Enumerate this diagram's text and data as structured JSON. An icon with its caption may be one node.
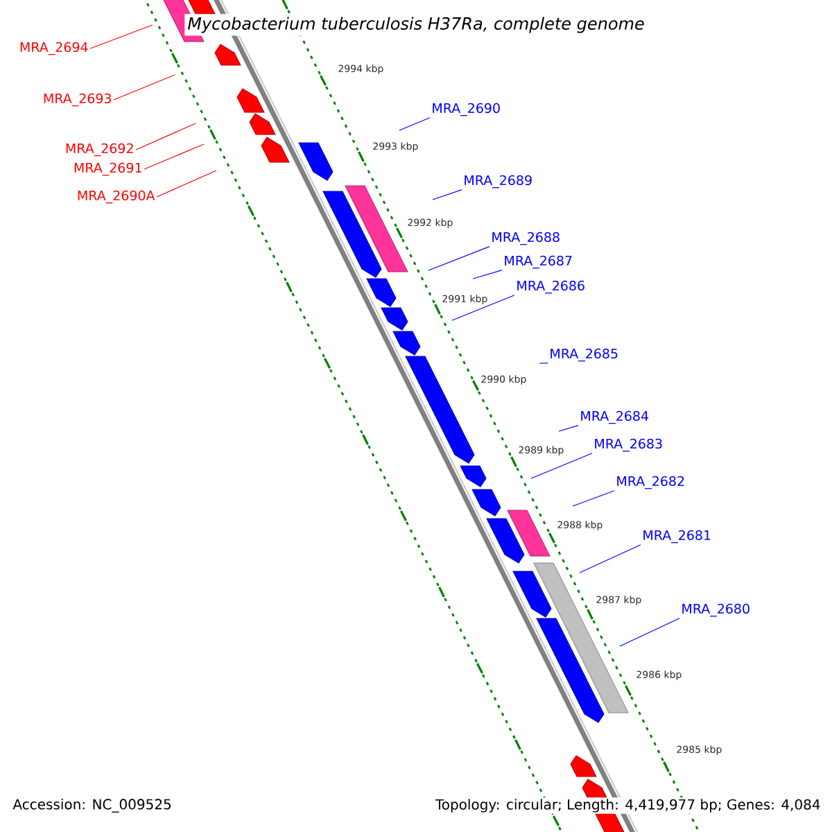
{
  "diagram": {
    "title": "Mycobacterium tuberculosis H37Ra, complete genome",
    "nodes": [
      {
        "text": [
          "MRA_2694"
        ]
      },
      {
        "text": [
          "MRA_2693"
        ]
      },
      {
        "text": [
          "MRA_2692"
        ]
      },
      {
        "text": [
          "MRA_2691"
        ]
      },
      {
        "text": [
          "MRA_2690A"
        ]
      },
      {
        "text": [
          "MRA_2690"
        ]
      },
      {
        "text": [
          "MRA_2689"
        ]
      },
      {
        "text": [
          "MRA_2688"
        ]
      },
      {
        "text": [
          "MRA_2687"
        ]
      },
      {
        "text": [
          "MRA_2686"
        ]
      },
      {
        "text": [
          "MRA_2685"
        ]
      },
      {
        "text": [
          "MRA_2684"
        ]
      },
      {
        "text": [
          "MRA_2683"
        ]
      },
      {
        "text": [
          "MRA_2682"
        ]
      },
      {
        "text": [
          "MRA_2681"
        ]
      },
      {
        "text": [
          "MRA_2680"
        ]
      }
    ],
    "edges": [
      {
        "from": 0,
        "to": null,
        "arrow": "none",
        "color": "#ff0000"
      },
      {
        "from": 1,
        "to": null,
        "arrow": "none",
        "color": "#ff0000"
      },
      {
        "from": 2,
        "to": null,
        "arrow": "none",
        "color": "#ff0000"
      },
      {
        "from": 3,
        "to": null,
        "arrow": "none",
        "color": "#ff0000"
      },
      {
        "from": 4,
        "to": null,
        "arrow": "none",
        "color": "#ff0000"
      },
      {
        "from": 5,
        "to": null,
        "arrow": "none"
      },
      {
        "from": 6,
        "to": null,
        "arrow": "none"
      },
      {
        "from": 7,
        "to": null,
        "arrow": "none"
      },
      {
        "from": 8,
        "to": null,
        "arrow": "none"
      },
      {
        "from": 9,
        "to": null,
        "arrow": "none"
      },
      {
        "from": 10,
        "to": null,
        "arrow": "none"
      },
      {
        "from": 11,
        "to": null,
        "arrow": "none"
      },
      {
        "from": 12,
        "to": null,
        "arrow": "none"
      },
      {
        "from": 13,
        "to": null,
        "arrow": "none"
      },
      {
        "from": 14,
        "to": null,
        "arrow": "none"
      },
      {
        "from": 15,
        "to": null,
        "arrow": "none"
      }
    ],
    "labels": [
      "2994 kbp",
      "2993 kbp",
      "2992 kbp",
      "2991 kbp",
      "2990 kbp",
      "2989 kbp",
      "2988 kbp",
      "2987 kbp",
      "2986 kbp",
      "2985 kbp",
      "Accession: NC_009525",
      "Topology: circular; Length: 4,419,977 bp; Genes: 4,084"
    ]
  }
}
